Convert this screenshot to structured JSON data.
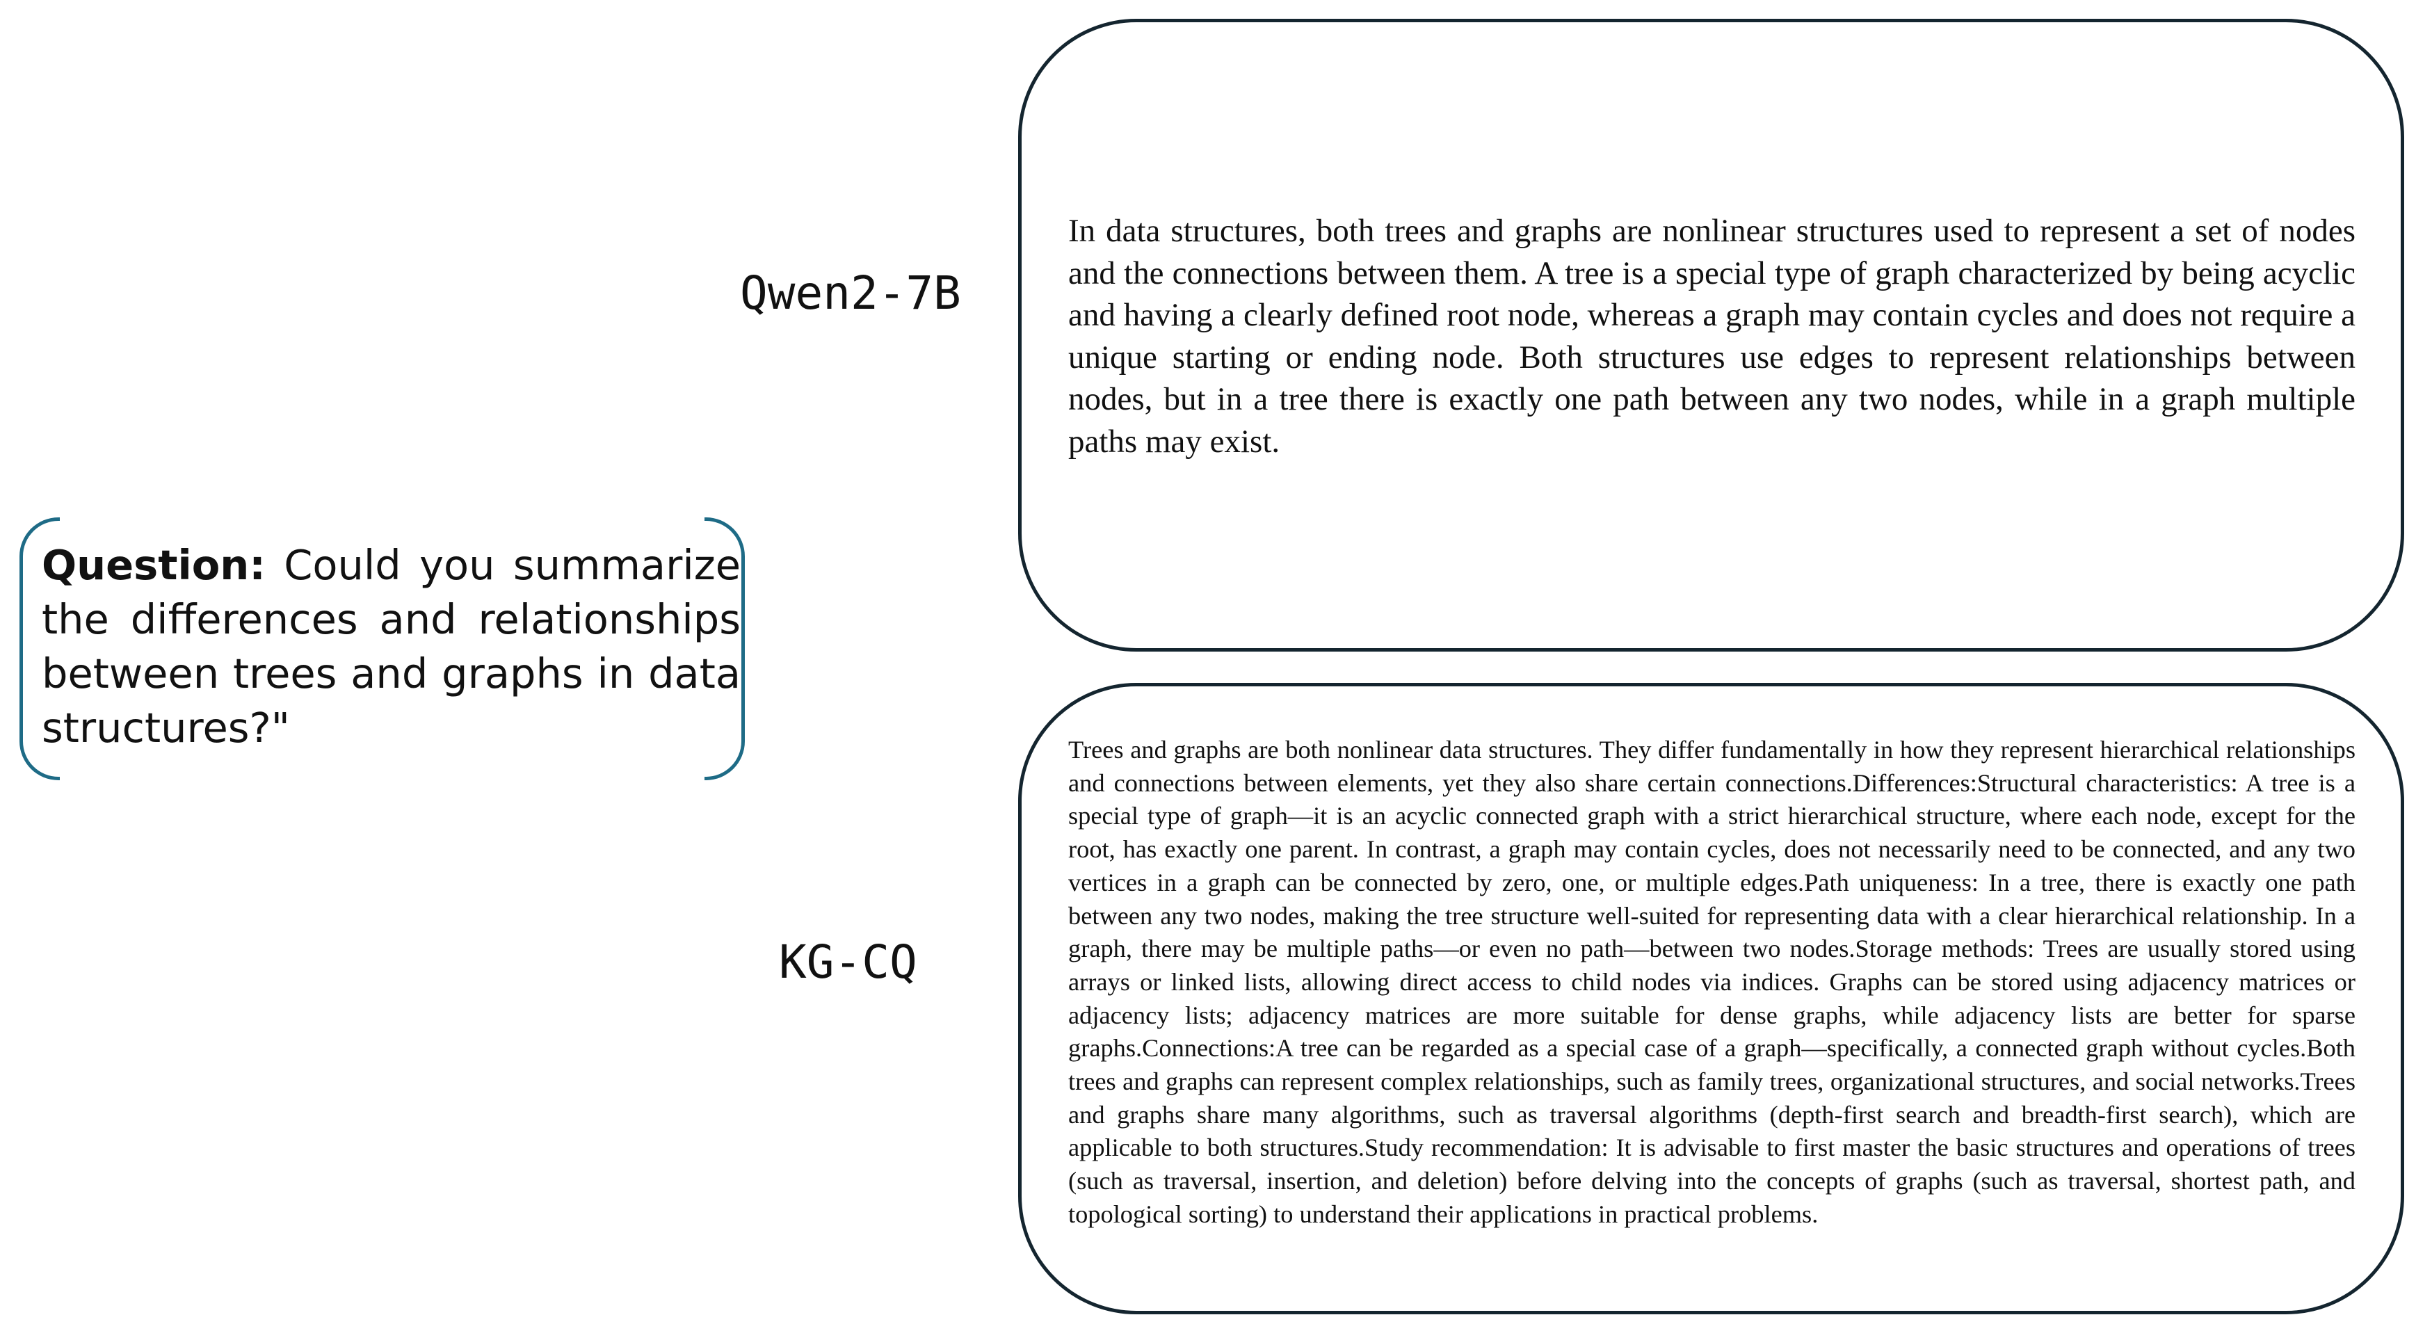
{
  "question": {
    "label": "Question:",
    "text": " Could you summarize the differences and relationships between trees and graphs in data structures?\""
  },
  "answers": [
    {
      "model": "Qwen2-7B",
      "text": "In data structures, both trees and graphs are nonlinear structures used to represent a set of nodes and the connections between them. A tree is a special type of graph characterized by being acyclic and having a clearly defined root node, whereas a graph may contain cycles and does not require a unique starting or ending node. Both structures use edges to represent relationships between nodes, but in a tree there is exactly one path between any two nodes, while in a graph multiple paths may exist."
    },
    {
      "model": "KG-CQ",
      "text": "Trees and graphs are both nonlinear data structures. They differ fundamentally in how they represent hierarchical relationships and connections between elements, yet they also share certain connections.Differences:Structural characteristics: A tree is a special type of graph—it is an acyclic connected graph with a strict hierarchical structure, where each node, except for the root, has exactly one parent. In contrast, a graph may contain cycles, does not necessarily need to be connected, and any two vertices in a graph can be connected by zero, one, or multiple edges.Path uniqueness: In a tree, there is exactly one path between any two nodes, making the tree structure well-suited for representing data with a clear hierarchical relationship. In a graph, there may be multiple paths—or even no path—between two nodes.Storage methods: Trees are usually stored using arrays or linked lists, allowing direct access to child nodes via indices. Graphs can be stored using adjacency matrices or adjacency lists; adjacency matrices are more suitable for dense graphs, while adjacency lists are better for sparse graphs.Connections:A tree can be regarded as a special case of a graph—specifically, a connected graph without cycles.Both trees and graphs can represent complex relationships, such as family trees, organizational structures, and social networks.Trees and graphs share many algorithms, such as traversal algorithms (depth-first search and breadth-first search), which are applicable to both structures.Study recommendation: It is advisable to first master the basic structures and operations of trees (such as traversal, insertion, and deletion) before delving into the concepts of graphs (such as traversal, shortest path, and topological sorting) to understand their applications in practical problems."
    }
  ]
}
